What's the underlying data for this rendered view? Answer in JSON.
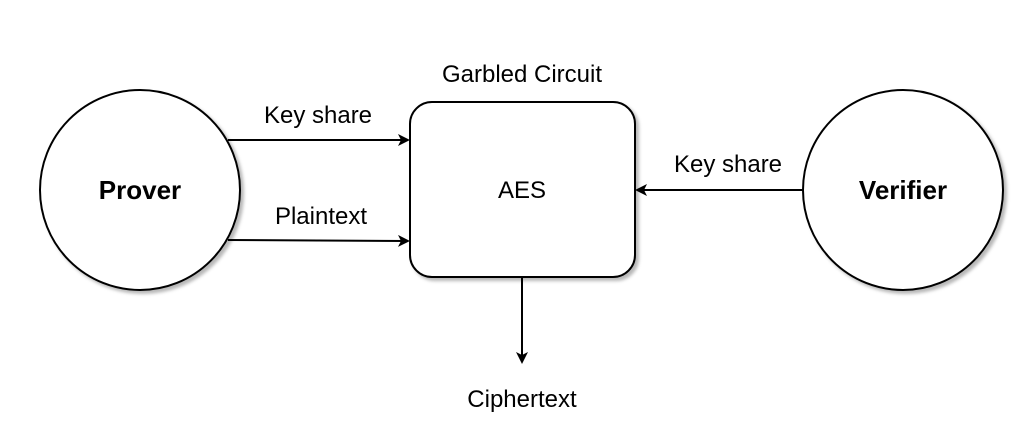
{
  "nodes": {
    "prover": "Prover",
    "verifier": "Verifier",
    "circuit_title": "Garbled Circuit",
    "circuit_label": "AES"
  },
  "edges": {
    "prover_key_share": "Key share",
    "prover_plaintext": "Plaintext",
    "verifier_key_share": "Key share",
    "output": "Ciphertext"
  }
}
